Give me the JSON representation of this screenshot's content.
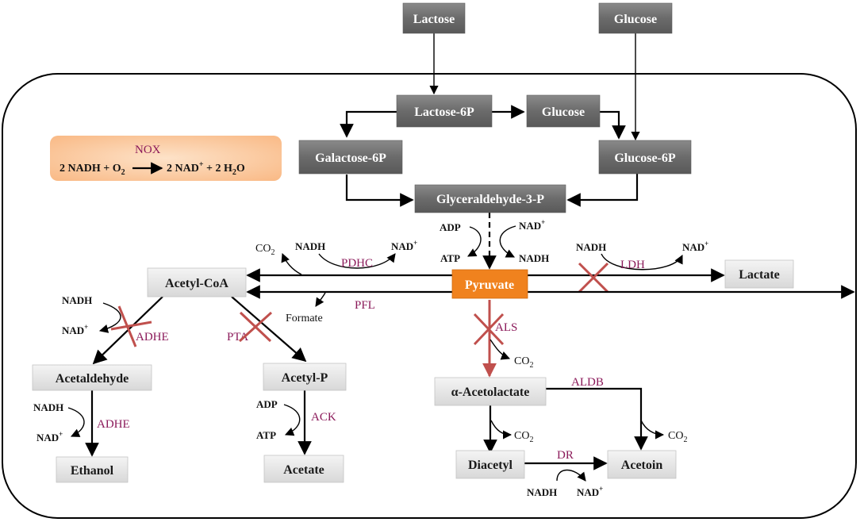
{
  "metabolites": {
    "lactose": "Lactose",
    "glucose_ext": "Glucose",
    "lactose_6p": "Lactose-6P",
    "glucose_int": "Glucose",
    "galactose_6p": "Galactose-6P",
    "glucose_6p": "Glucose-6P",
    "g3p": "Glyceraldehyde-3-P",
    "pyruvate": "Pyruvate",
    "acetyl_coa": "Acetyl-CoA",
    "lactate": "Lactate",
    "acetaldehyde": "Acetaldehyde",
    "acetyl_p": "Acetyl-P",
    "acetolactate": "α-Acetolactate",
    "ethanol": "Ethanol",
    "acetate": "Acetate",
    "diacetyl": "Diacetyl",
    "acetoin": "Acetoin"
  },
  "enzymes": {
    "nox": "NOX",
    "pdhc": "PDHC",
    "pfl": "PFL",
    "ldh": "LDH",
    "adhe_1": "ADHE",
    "adhe_2": "ADHE",
    "pta": "PTA",
    "ack": "ACK",
    "als": "ALS",
    "aldb": "ALDB",
    "dr": "DR"
  },
  "nox_reaction": {
    "left_nadh": "2 NADH + O",
    "left_o2_sub": "2",
    "right_nad": "2 NAD",
    "right_nad_sup": "+",
    "right_water": " + 2 H",
    "right_water_sub": "2",
    "right_water_o": "O"
  },
  "cofactors": {
    "glyc_adp": "ADP",
    "glyc_atp": "ATP",
    "glyc_nad": "NAD",
    "glyc_nadh": "NADH",
    "pdhc_co2": "CO",
    "pdhc_nadh": "NADH",
    "pdhc_nad": "NAD",
    "pfl_formate": "Formate",
    "ldh_nadh": "NADH",
    "ldh_nad": "NAD",
    "adhe1_nadh": "NADH",
    "adhe1_nad": "NAD",
    "adhe2_nadh": "NADH",
    "adhe2_nad": "NAD",
    "ack_adp": "ADP",
    "ack_atp": "ATP",
    "als_co2": "CO",
    "acetolactate_co2": "CO",
    "aldb_co2": "CO",
    "dr_nadh": "NADH",
    "dr_nad": "NAD",
    "sup_plus": "+",
    "sub_two": "2"
  },
  "colors": {
    "box_gray": "#6b6b6b",
    "box_light": "#e6e6e6",
    "pyruvate": "#f0821e",
    "enzyme_text": "#8b1a5a",
    "blocked": "#c0504d",
    "nox_panel": "#f9c79a"
  }
}
